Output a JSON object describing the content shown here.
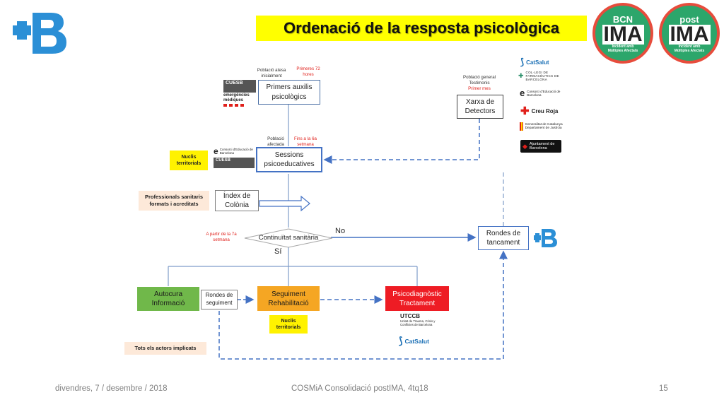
{
  "title": "Ordenació de la resposta psicològica",
  "badges": {
    "bcn": {
      "top": "BCN",
      "main": "IMA",
      "sub1": "Incident amb",
      "sub2": "Múltiples Afectats"
    },
    "post": {
      "top": "post",
      "main": "IMA",
      "sub1": "Incident amb",
      "sub2": "Múltiples Afectats"
    }
  },
  "nodes": {
    "primers_auxilis": "Primers auxilis psicològics",
    "sessions": "Sessions psicoeducatives",
    "index": "Índex de Colònia",
    "continuitat": "Continuïtat sanitària",
    "rondes_tancament": "Rondes de tancament",
    "xarxa": "Xarxa de Detectors",
    "autocura": "Autocura Informació",
    "rondes_seguiment": "Rondes de seguiment",
    "seguiment": "Seguiment Rehabilitació",
    "psicodiagnostic": "Psicodiagnòstic Tractament"
  },
  "labels": {
    "poblacio_atesa": "Població atesa inicialment",
    "primeres_72": "Primeres 72 hores",
    "poblacio_afectada": "Població afectada",
    "fins_6a": "Fins a la 6a setmana",
    "apartir_7a": "A partir de la 7a setmana",
    "poblacio_general": "Població general Testimonis",
    "primer_mes": "Primer mes",
    "no": "No",
    "si": "Sí"
  },
  "notes": {
    "nuclis_1": "Nuclis territorials",
    "professionals": "Professionals sanitaris formats i acreditats",
    "nuclis_2": "Nuclis territorials",
    "tots": "Tots els actors implicats"
  },
  "logos": {
    "cuesb": "CUESB",
    "emergencies": "emergències mèdiques",
    "consorci": "Consorci d'Educació de Barcelona",
    "utccb": "UTCCB",
    "utccb_sub": "Unitat de Trauma, Crisis y Conflictes de Barcelona",
    "catsalut": "CatSalut",
    "farmaceutics": "COL·LEGI DE FARMACÈUTICS DE BARCELONA",
    "creu_roja": "Creu Roja",
    "justicia": "Generalitat de Catalunya Departament de Justícia",
    "ajuntament": "Ajuntament de Barcelona"
  },
  "footer": {
    "date": "divendres, 7 / desembre / 2018",
    "center": "COSMiA Consolidació postIMA, 4tq18",
    "page": "15"
  },
  "colors": {
    "title_bg": "#ffff00",
    "autocura": "#70b84a",
    "seguiment": "#f5a623",
    "psicodiagnostic": "#ee1c24",
    "lines": "#4472c4",
    "brand_blue": "#2b8fd6"
  }
}
